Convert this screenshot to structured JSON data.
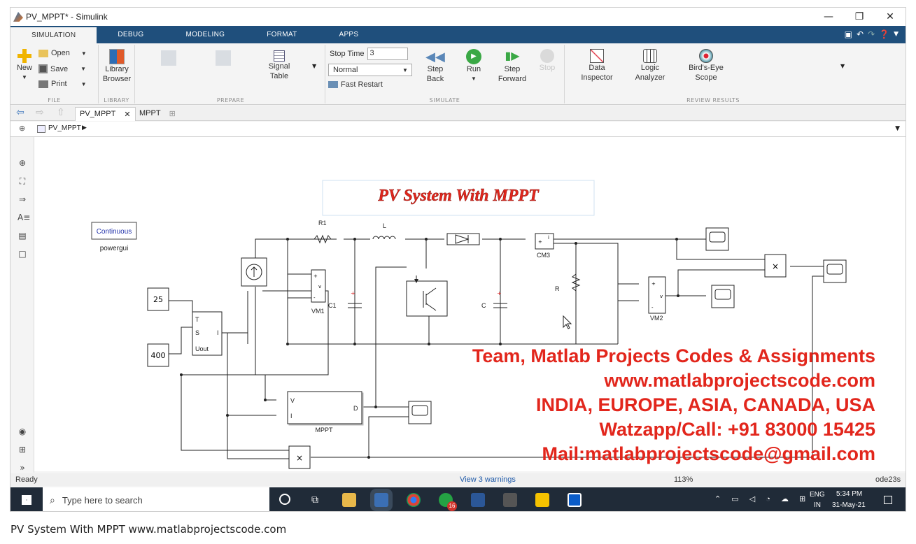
{
  "window": {
    "title": "PV_MPPT* - Simulink",
    "minimize": "—",
    "restore": "❐",
    "close": "✕"
  },
  "tabs": [
    "SIMULATION",
    "DEBUG",
    "MODELING",
    "FORMAT",
    "APPS"
  ],
  "ribbon": {
    "file": {
      "caption": "FILE",
      "new": "New",
      "open": "Open",
      "save": "Save",
      "print": "Print"
    },
    "library": {
      "caption": "LIBRARY",
      "label1": "Library",
      "label2": "Browser"
    },
    "prepare": {
      "caption": "PREPARE",
      "signal1": "Signal",
      "signal2": "Table"
    },
    "simulate": {
      "caption": "SIMULATE",
      "stop_time_label": "Stop Time",
      "stop_time_value": "3",
      "mode": "Normal",
      "fast_restart": "Fast Restart",
      "step_back1": "Step",
      "step_back2": "Back",
      "run": "Run",
      "step_fwd1": "Step",
      "step_fwd2": "Forward",
      "stop": "Stop"
    },
    "review": {
      "caption": "REVIEW RESULTS",
      "di1": "Data",
      "di2": "Inspector",
      "la1": "Logic",
      "la2": "Analyzer",
      "be1": "Bird's-Eye",
      "be2": "Scope"
    }
  },
  "file_tabs": [
    {
      "label": "PV_MPPT",
      "close": "✕"
    },
    {
      "label": "MPPT",
      "close": "⊞"
    }
  ],
  "breadcrumb": "PV_MPPT",
  "model": {
    "title": "PV System With MPPT",
    "powergui_mode": "Continuous",
    "powergui_label": "powergui",
    "const_temp": "25",
    "const_irr": "400",
    "labels": {
      "R1": "R1",
      "L": "L",
      "C1": "C1",
      "C": "C",
      "R": "R",
      "VM1": "VM1",
      "VM2": "VM2",
      "CM3": "CM3",
      "MPPT": "MPPT"
    },
    "pv_ports": {
      "T": "T",
      "S": "S",
      "Uout": "Uout",
      "I": "I"
    },
    "mppt_ports": {
      "V": "V",
      "I": "I",
      "D": "D"
    },
    "product": "×"
  },
  "watermark": [
    "Team, Matlab Projects Codes & Assignments",
    "www.matlabprojectscode.com",
    "INDIA, EUROPE, ASIA, CANADA, USA",
    "Watzapp/Call: +91 83000 15425",
    "Mail:matlabprojectscode@gmail.com"
  ],
  "status": {
    "ready": "Ready",
    "warnings": "View 3 warnings",
    "zoom": "113%",
    "solver": "ode23s"
  },
  "taskbar": {
    "search_placeholder": "Type here to search",
    "lang1": "ENG",
    "lang2": "IN",
    "time": "5:34 PM",
    "date": "31-May-21",
    "badge": "16"
  },
  "caption": "PV System With MPPT www.matlabprojectscode.com"
}
